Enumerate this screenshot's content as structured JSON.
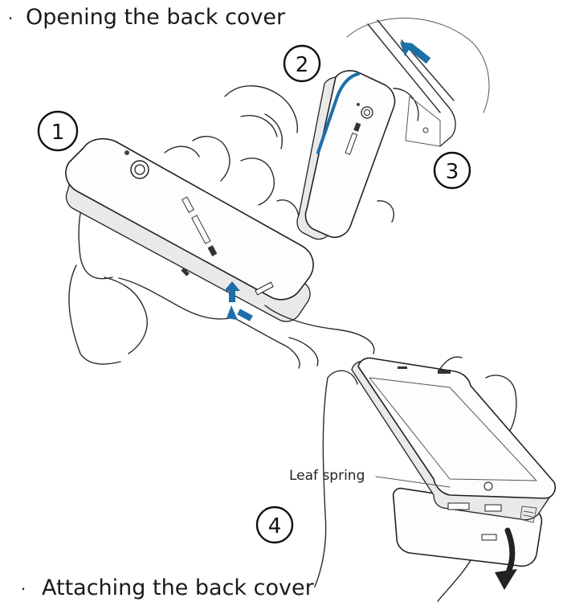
{
  "headings": {
    "bullet": "·",
    "opening": "Opening the back cover",
    "attaching": "Attaching the back cover"
  },
  "steps": [
    "1",
    "2",
    "3",
    "4"
  ],
  "labels": {
    "leaf_spring": "Leaf spring"
  },
  "colors": {
    "arrow_blue": "#1d6fa8",
    "line": "#2b2b2b"
  }
}
